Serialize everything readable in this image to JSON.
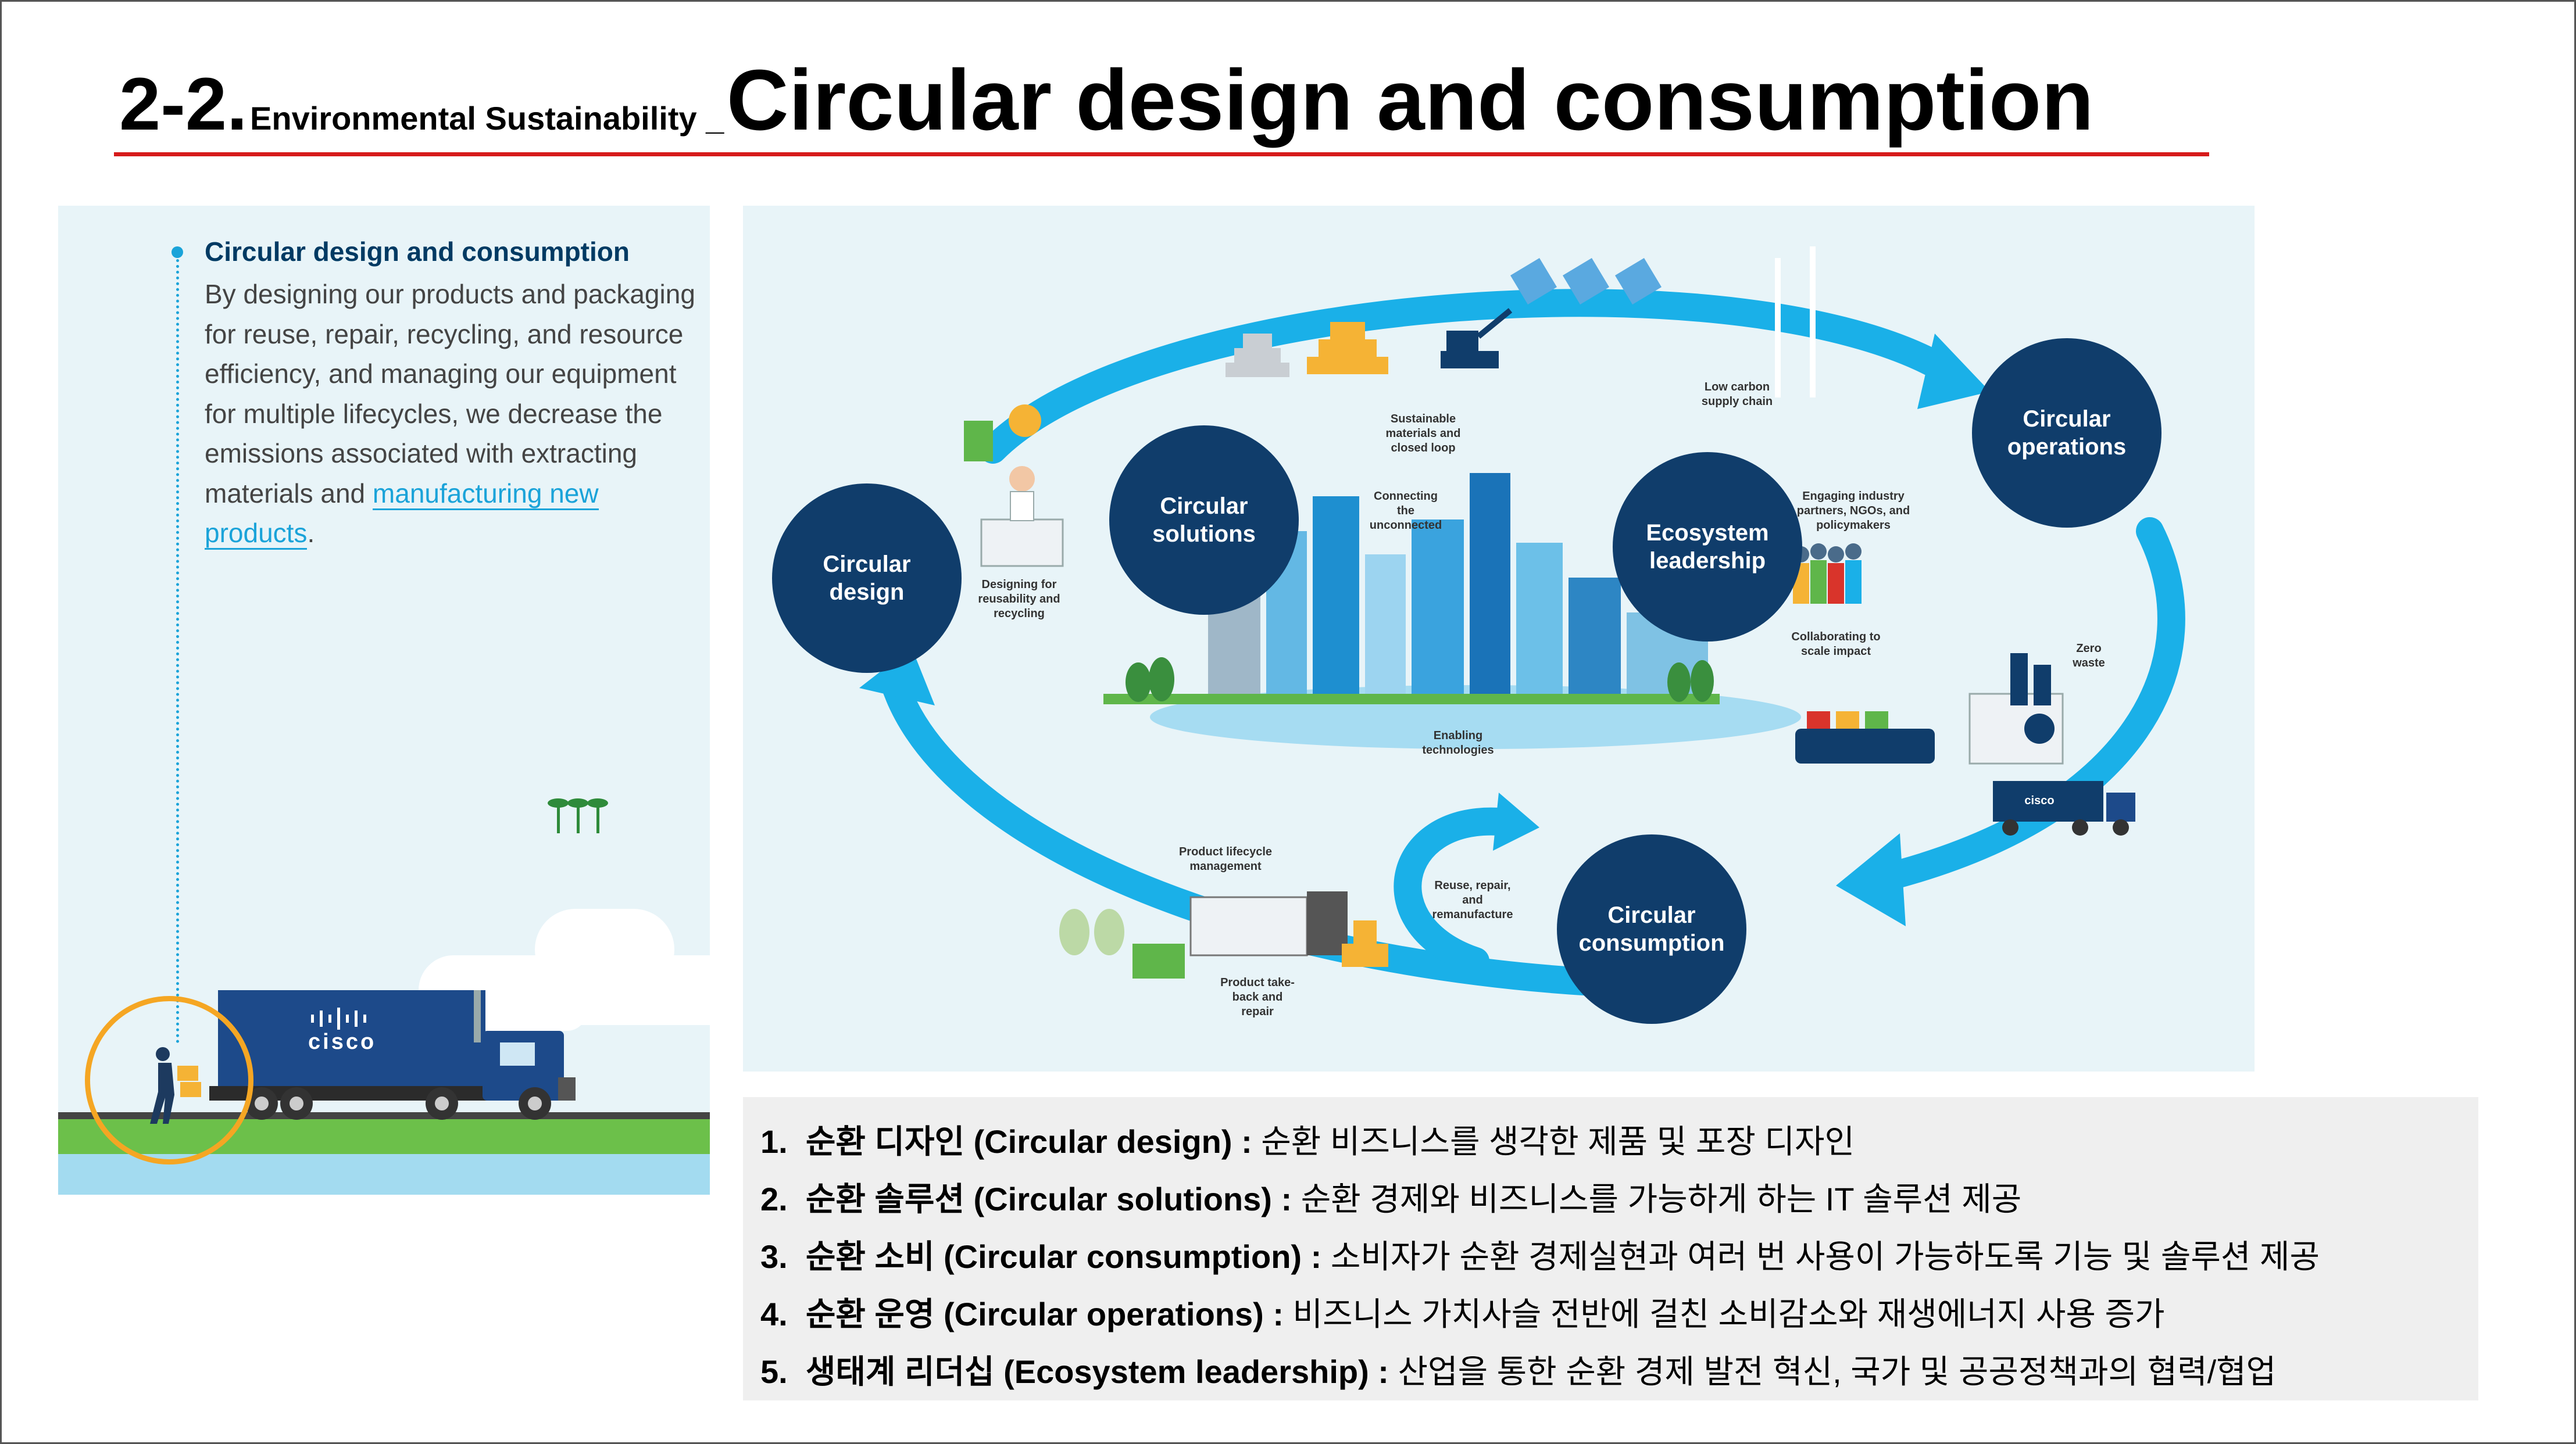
{
  "title": {
    "number": "2-2.",
    "subtitle": "Environmental Sustainability _",
    "main": "Circular design and consumption"
  },
  "left_panel": {
    "heading": "Circular design and consumption",
    "body": "By designing our products and packaging for reuse, repair, recycling, and resource efficiency, and managing our equipment for multiple lifecycles, we decrease the emissions associated with extracting materials and",
    "link": "manufacturing new products",
    "link_suffix": ".",
    "truck_logo": "cisco"
  },
  "diagram": {
    "nodes": {
      "circular_design": "Circular design",
      "circular_solutions": "Circular solutions",
      "ecosystem_leadership": "Ecosystem leadership",
      "circular_operations": "Circular operations",
      "circular_consumption": "Circular consumption"
    },
    "captions": {
      "sustainable_materials": "Sustainable materials and closed loop",
      "low_carbon": "Low carbon supply chain",
      "designing_for": "Designing for reusability and recycling",
      "connecting": "Connecting the unconnected",
      "engaging": "Engaging industry partners, NGOs, and policymakers",
      "collaborating": "Collaborating to scale impact",
      "enabling": "Enabling technologies",
      "zero_waste": "Zero waste",
      "product_lifecycle": "Product lifecycle management",
      "reuse": "Reuse, repair, and remanufacture",
      "takeback": "Product take-back and repair",
      "factory_logo": "cisco"
    },
    "colors": {
      "arrow": "#1ab0e8",
      "node": "#103d6b",
      "background": "#e8f4f8"
    }
  },
  "list": [
    {
      "num": "1.",
      "term": "순환 디자인 (Circular design) :",
      "desc": " 순환 비즈니스를 생각한 제품 및 포장 디자인"
    },
    {
      "num": "2.",
      "term": "순환 솔루션 (Circular solutions) :",
      "desc": " 순환 경제와 비즈니스를 가능하게 하는 IT 솔루션 제공"
    },
    {
      "num": "3.",
      "term": "순환 소비 (Circular consumption) :",
      "desc": " 소비자가 순환 경제실현과 여러 번 사용이 가능하도록 기능 및 솔루션 제공"
    },
    {
      "num": "4.",
      "term": "순환 운영 (Circular operations) :",
      "desc": " 비즈니스 가치사슬 전반에 걸친 소비감소와 재생에너지 사용 증가"
    },
    {
      "num": "5.",
      "term": "생태계 리더십 (Ecosystem leadership) :",
      "desc": " 산업을 통한 순환 경제 발전 혁신, 국가 및 공공정책과의 협력/협업"
    }
  ]
}
